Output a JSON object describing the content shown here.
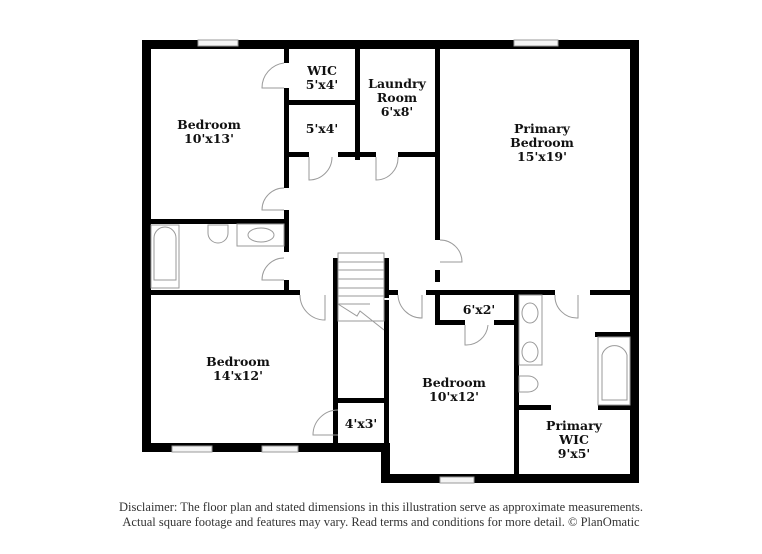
{
  "floor_plan": {
    "rooms": [
      {
        "id": "bedroom-nw",
        "name": "Bedroom",
        "dims": "10'x13'"
      },
      {
        "id": "wic-small",
        "name": "WIC",
        "dims": "5'x4'"
      },
      {
        "id": "closet-5x4",
        "name": "",
        "dims": "5'x4'"
      },
      {
        "id": "laundry",
        "name": "Laundry Room",
        "name_line1": "Laundry",
        "name_line2": "Room",
        "dims": "6'x8'"
      },
      {
        "id": "primary-bedroom",
        "name": "Primary Bedroom",
        "name_line1": "Primary",
        "name_line2": "Bedroom",
        "dims": "15'x19'"
      },
      {
        "id": "bedroom-sw",
        "name": "Bedroom",
        "dims": "14'x12'"
      },
      {
        "id": "closet-4x3",
        "name": "",
        "dims": "4'x3'"
      },
      {
        "id": "closet-6x2",
        "name": "",
        "dims": "6'x2'"
      },
      {
        "id": "bedroom-s",
        "name": "Bedroom",
        "dims": "10'x12'"
      },
      {
        "id": "primary-wic",
        "name": "Primary WIC",
        "name_line1": "Primary",
        "name_line2": "WIC",
        "dims": "9'x5'"
      }
    ]
  },
  "disclaimer": {
    "line1": "Disclaimer: The floor plan and stated dimensions in this illustration serve as approximate measurements.",
    "line2": "Actual square footage and features may vary. Read terms and conditions for more detail. © PlanOmatic"
  }
}
